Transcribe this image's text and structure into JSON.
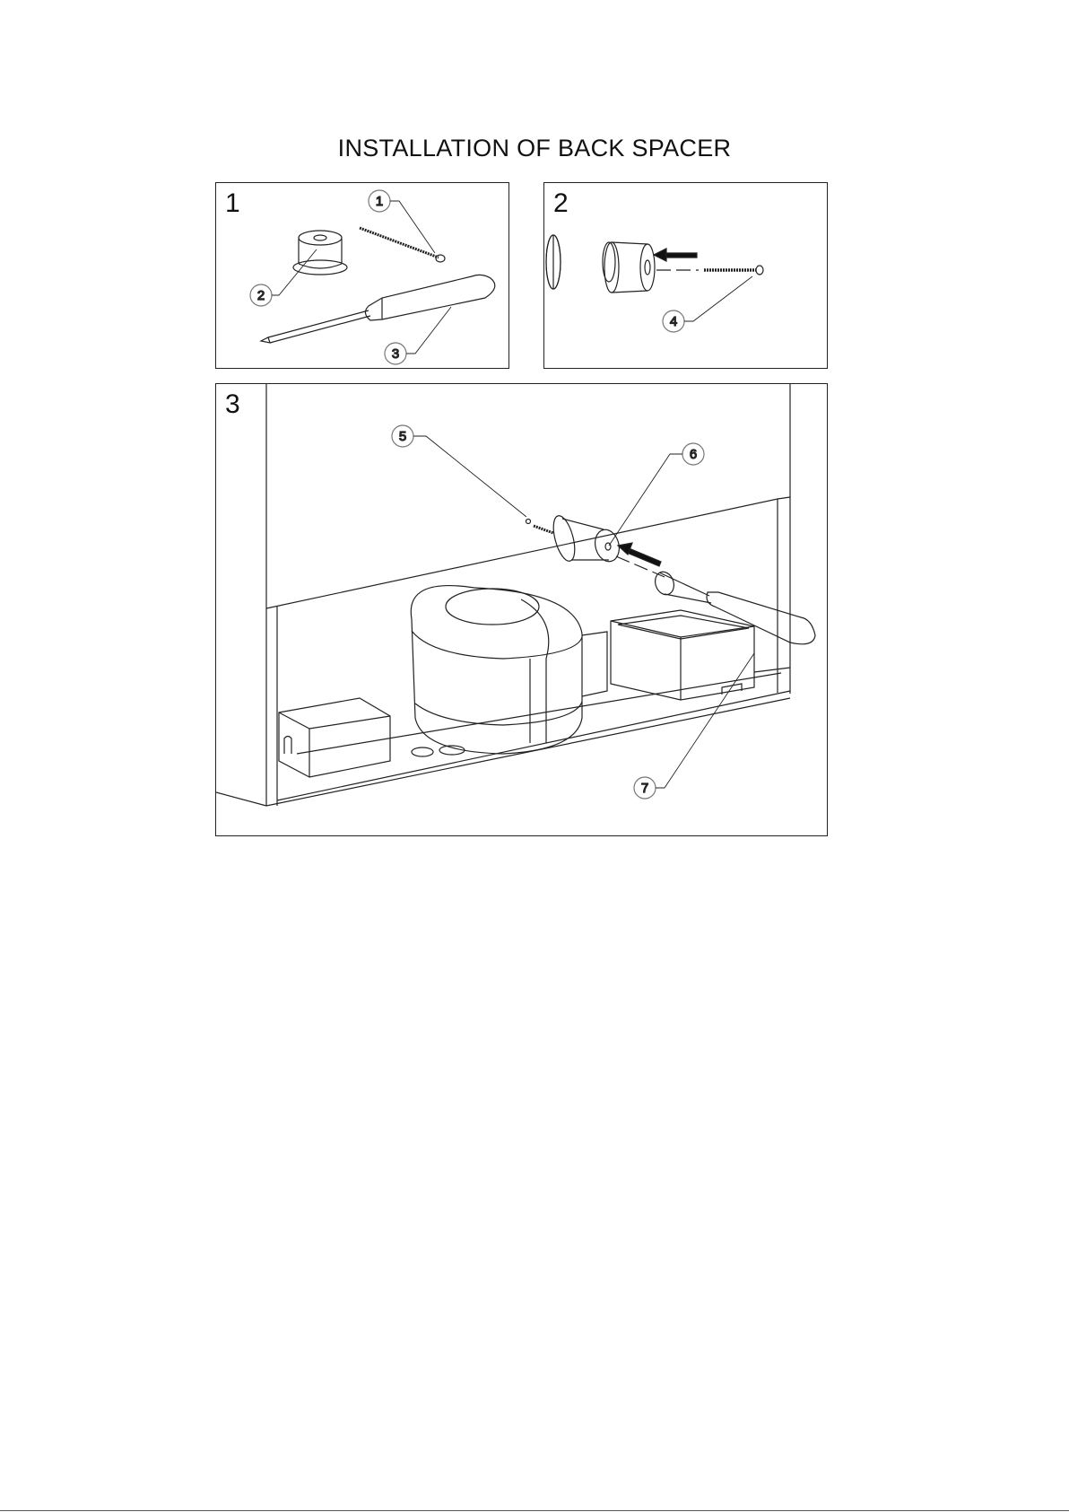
{
  "title": "INSTALLATION OF BACK SPACER",
  "panels": [
    {
      "number": "1",
      "callouts": [
        "1",
        "2",
        "3"
      ]
    },
    {
      "number": "2",
      "callouts": [
        "4"
      ]
    },
    {
      "number": "3",
      "callouts": [
        "5",
        "6",
        "7"
      ]
    }
  ]
}
